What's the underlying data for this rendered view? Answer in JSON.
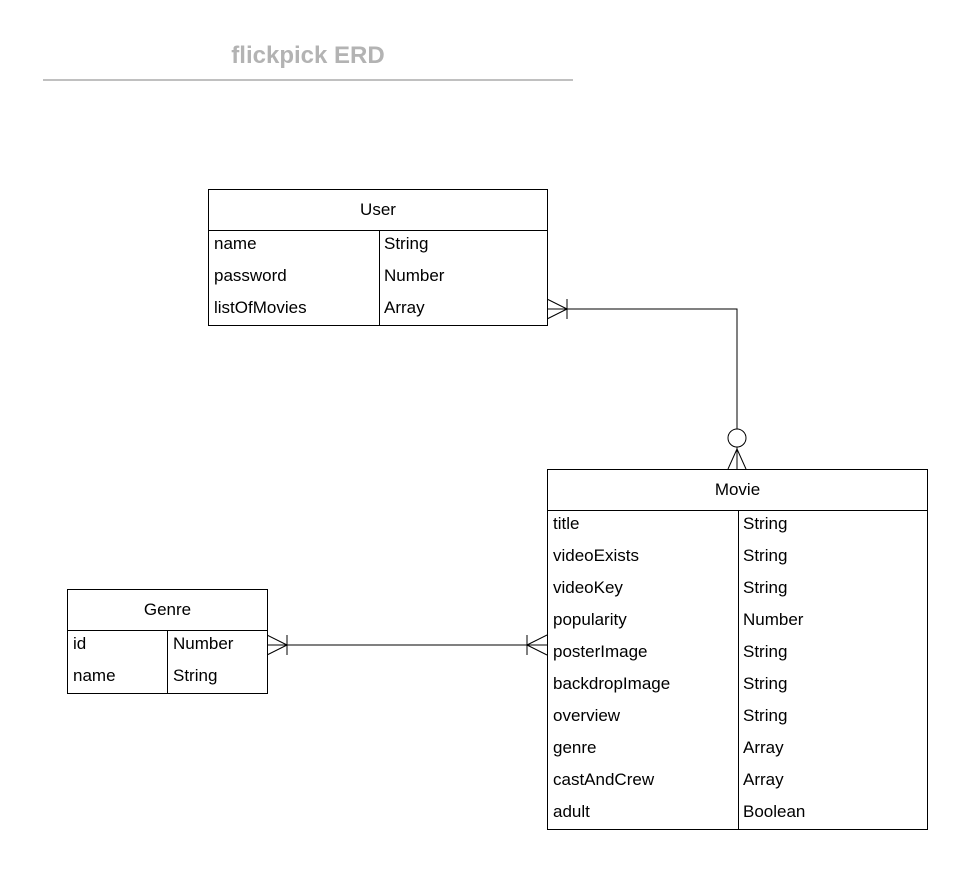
{
  "title": "flickpick ERD",
  "entities": {
    "user": {
      "name": "User",
      "attributes": [
        {
          "name": "name",
          "type": "String"
        },
        {
          "name": "password",
          "type": "Number"
        },
        {
          "name": "listOfMovies",
          "type": "Array"
        }
      ]
    },
    "movie": {
      "name": "Movie",
      "attributes": [
        {
          "name": "title",
          "type": "String"
        },
        {
          "name": "videoExists",
          "type": "String"
        },
        {
          "name": "videoKey",
          "type": "String"
        },
        {
          "name": "popularity",
          "type": "Number"
        },
        {
          "name": "posterImage",
          "type": "String"
        },
        {
          "name": "backdropImage",
          "type": "String"
        },
        {
          "name": "overview",
          "type": "String"
        },
        {
          "name": "genre",
          "type": "Array"
        },
        {
          "name": "castAndCrew",
          "type": "Array"
        },
        {
          "name": "adult",
          "type": "Boolean"
        }
      ]
    },
    "genre": {
      "name": "Genre",
      "attributes": [
        {
          "name": "id",
          "type": "Number"
        },
        {
          "name": "name",
          "type": "String"
        }
      ]
    }
  },
  "relationships": [
    {
      "from": "User",
      "to": "Movie",
      "from_cardinality": "one-or-many",
      "to_cardinality": "zero-or-many"
    },
    {
      "from": "Genre",
      "to": "Movie",
      "from_cardinality": "one-or-many",
      "to_cardinality": "one-or-many"
    }
  ]
}
